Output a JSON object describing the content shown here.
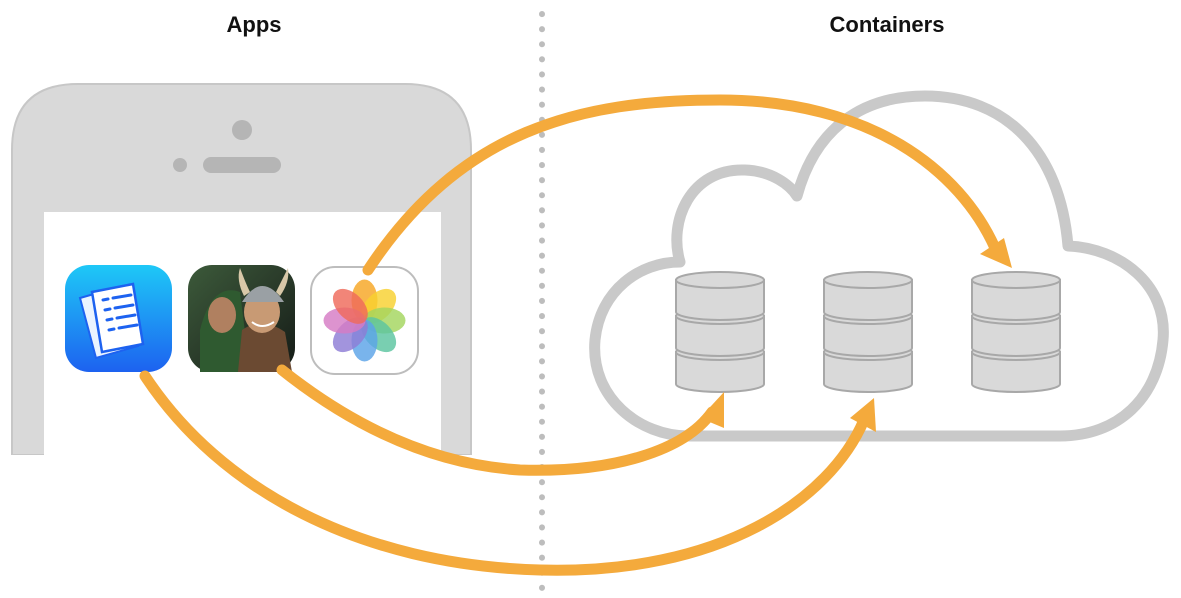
{
  "headings": {
    "apps": "Apps",
    "containers": "Containers"
  },
  "apps": [
    {
      "name": "document-app",
      "icon": "notes-document-icon"
    },
    {
      "name": "game-app",
      "icon": "warrior-game-icon"
    },
    {
      "name": "photos-app",
      "icon": "photos-flower-icon"
    }
  ],
  "containers": [
    {
      "icon": "database-stack-icon"
    },
    {
      "icon": "database-stack-icon"
    },
    {
      "icon": "database-stack-icon"
    }
  ],
  "links": [
    {
      "from": "photos-app",
      "to": 2
    },
    {
      "from": "game-app",
      "to": 0
    },
    {
      "from": "document-app",
      "to": 1
    }
  ],
  "colors": {
    "arrow": "#F4AA3C",
    "device": "#D9D9D9",
    "device_outline": "#C7C7C7",
    "cloud_outline": "#C9C9C9",
    "database_fill": "#D9D9D9",
    "database_stroke": "#A8A8A8",
    "divider": "#BDBDBD"
  }
}
